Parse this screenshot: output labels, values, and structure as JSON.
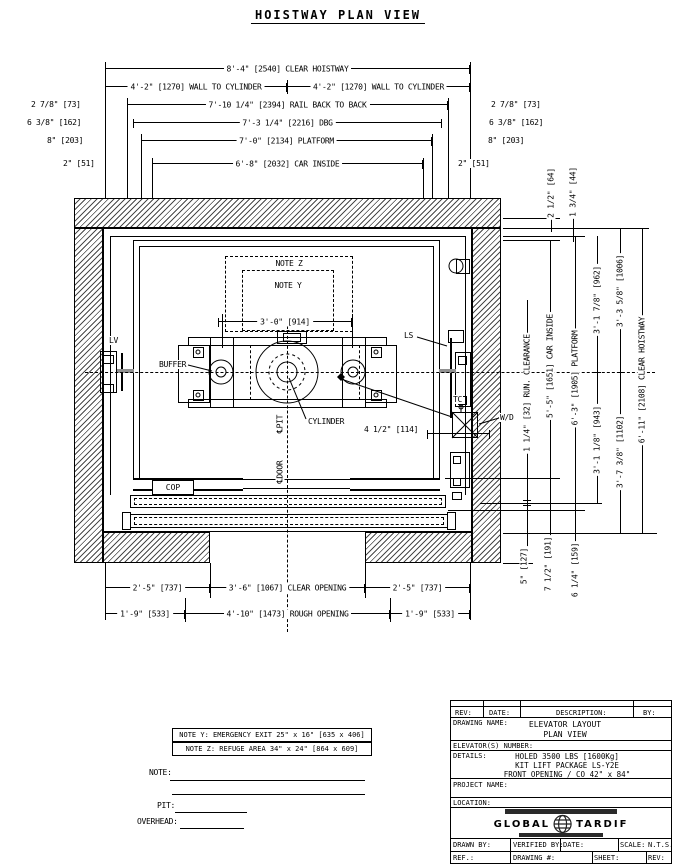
{
  "title": "HOISTWAY PLAN VIEW",
  "top": {
    "clear_hoistway": "8'-4\" [2540] CLEAR HOISTWAY",
    "wall_to_cyl_l": "4'-2\" [1270] WALL TO CYLINDER",
    "wall_to_cyl_r": "4'-2\" [1270] WALL TO CYLINDER",
    "rail": "7'-10 1/4\" [2394]  RAIL BACK TO BACK",
    "dbg": "7'-3 1/4\" [2216] DBG",
    "platform": "7'-0\" [2134] PLATFORM",
    "car_inside": "6'-8\" [2032] CAR INSIDE",
    "s73": "2 7/8\" [73]",
    "s162": "6 3/8\" [162]",
    "s203": "8\" [203]",
    "s51": "2\" [51]"
  },
  "right": {
    "d64": "2 1/2\" [64]",
    "d44": "1 3/4\" [44]",
    "run_clearance": "1 1/4\" [32] RUN. CLEARANCE",
    "car_inside": "5'-5\" [1651] CAR INSIDE",
    "platform": "6'-3\" [1905] PLATFORM",
    "d962": "3'-1 7/8\" [962]",
    "d1006": "3'-3 5/8\" [1006]",
    "d943": "3'-1 1/8\" [943]",
    "d1102": "3'-7 3/8\" [1102]",
    "clear_hoistway": "6'-11\" [2108] CLEAR HOISTWAY",
    "d127": "5\" [127]",
    "d191": "7 1/2\" [191]",
    "d159": "6 1/4\" [159]"
  },
  "bottom": {
    "d737_l": "2'-5\" [737]",
    "clear_opening": "3'-6\" [1067] CLEAR OPENING",
    "d737_r": "2'-5\" [737]",
    "d533_l": "1'-9\" [533]",
    "rough_opening": "4'-10\" [1473] ROUGH OPENING",
    "d533_r": "1'-9\" [533]"
  },
  "plan": {
    "note_z": "NOTE Z",
    "note_y": "NOTE Y",
    "d914": "3'-0\" [914]",
    "d114": "4 1/2\" [114]",
    "lv": "LV",
    "ls": "LS",
    "tc": "TC",
    "wd": "W/D",
    "buffer": "BUFFER",
    "cylinder": "CYLINDER",
    "cop": "COP",
    "cl_pit": "℄PIT",
    "cl_door": "℄DOOR"
  },
  "notes": {
    "note_y": "NOTE Y: EMERGENCY EXIT 25\" x 16\" [635 x 406]",
    "note_z": "NOTE Z: REFUGE AREA 34\" x 24\" [864 x 609]",
    "note": "NOTE:",
    "pit": "PIT:",
    "overhead": "OVERHEAD:"
  },
  "tb": {
    "rev": "REV:",
    "date": "DATE:",
    "description": "DESCRIPTION:",
    "by": "BY:",
    "drawing_name_label": "DRAWING NAME:",
    "drawing_name_1": "ELEVATOR LAYOUT",
    "drawing_name_2": "PLAN VIEW",
    "elevator_number_label": "ELEVATOR(S) NUMBER:",
    "details_label": "DETAILS:",
    "details_1": "HOLED 3500 LBS [1600Kg]",
    "details_2": "KIT LIFT PACKAGE LS-Y2E",
    "details_3": "FRONT OPENING / CO 42\" x 84\"",
    "project_label": "PROJECT NAME:",
    "location_label": "LOCATION:",
    "logo_global": "GLOBAL",
    "logo_tardif": "TARDIF",
    "drawn_by": "DRAWN BY:",
    "verified_by": "VERIFIED BY:",
    "date2": "DATE:",
    "scale": "SCALE:",
    "nts": "N.T.S.",
    "ref": "REF.:",
    "drawing_no": "DRAWING #:",
    "sheet": "SHEET:",
    "rev2": "REV:"
  }
}
